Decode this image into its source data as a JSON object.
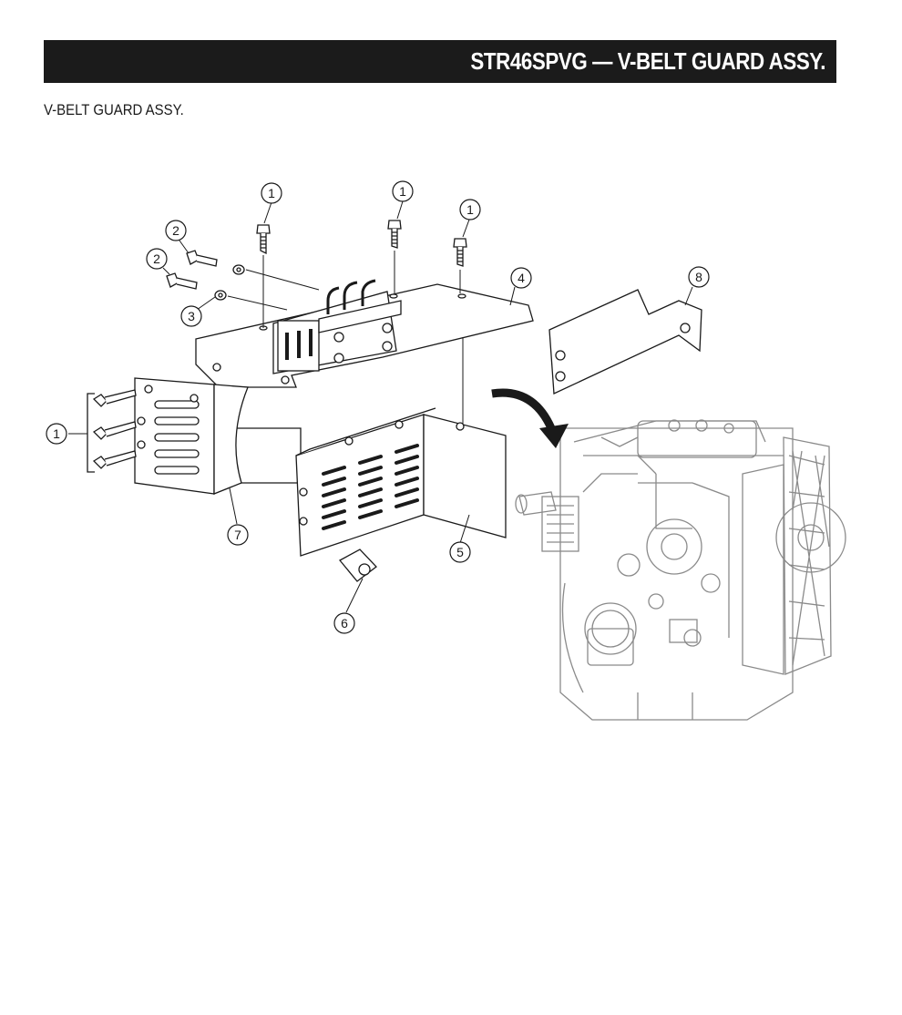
{
  "header": {
    "title": "STR46SPVG — V-BELT GUARD ASSY."
  },
  "subtitle": "V-BELT GUARD ASSY.",
  "callouts": [
    {
      "label": "1"
    },
    {
      "label": "1"
    },
    {
      "label": "1"
    },
    {
      "label": "1"
    },
    {
      "label": "2"
    },
    {
      "label": "2"
    },
    {
      "label": "3"
    },
    {
      "label": "4"
    },
    {
      "label": "5"
    },
    {
      "label": "6"
    },
    {
      "label": "7"
    },
    {
      "label": "8"
    }
  ],
  "colors": {
    "title_bar": "#1b1b1b",
    "line": "#1a1a1a",
    "engine_line": "#8a8a8a"
  }
}
